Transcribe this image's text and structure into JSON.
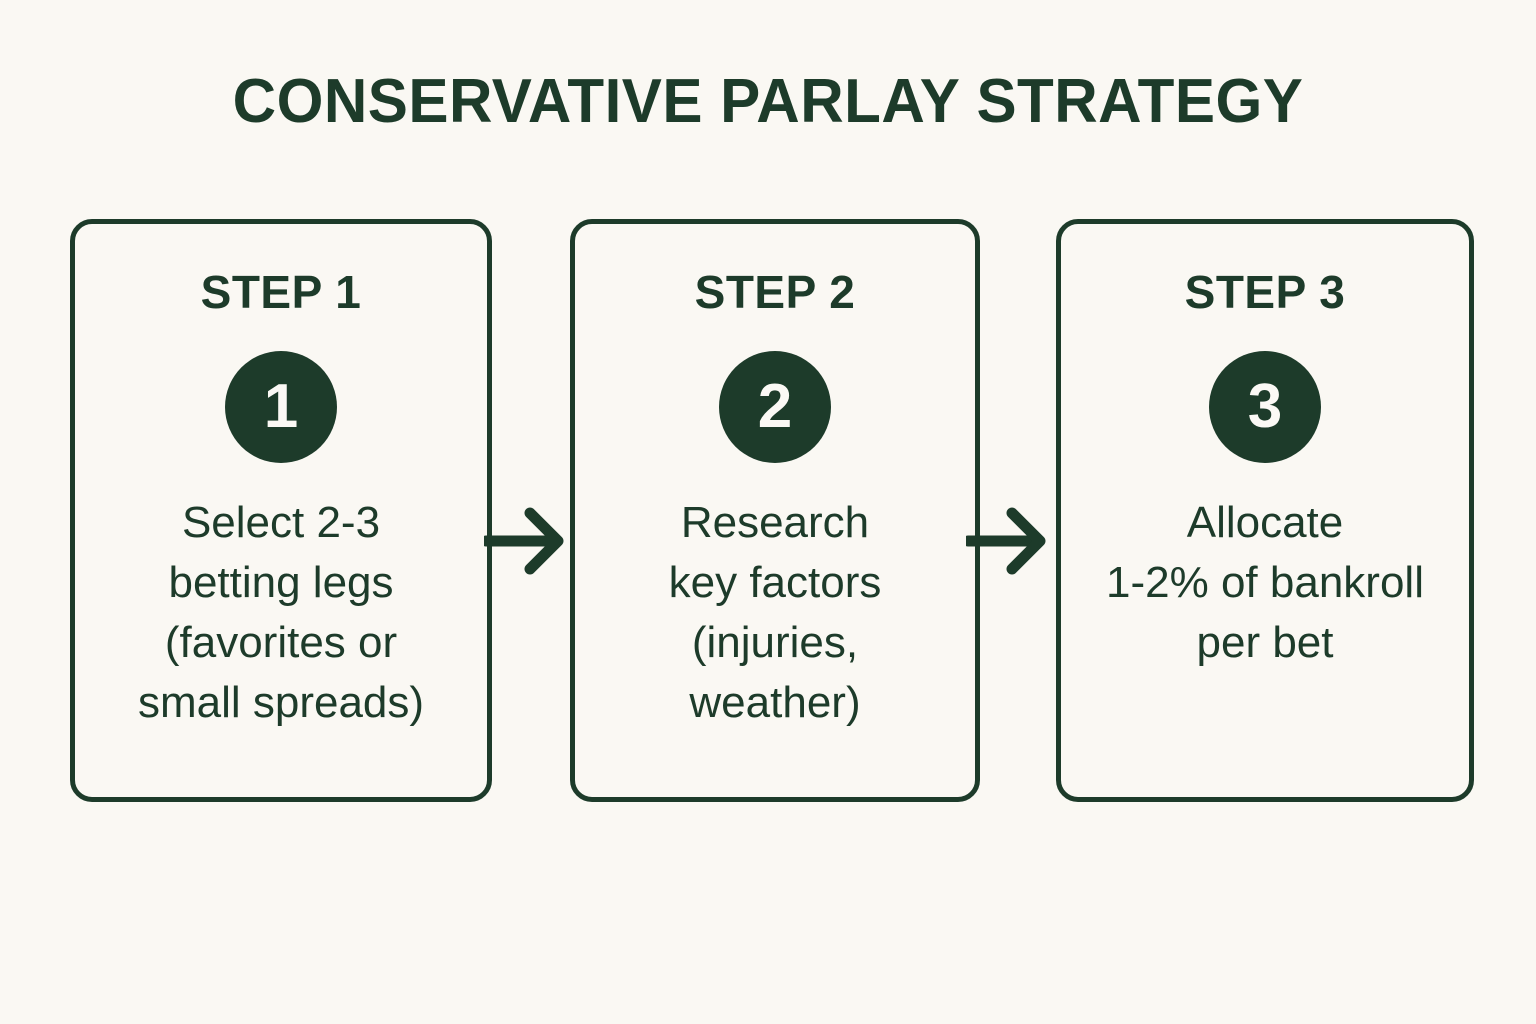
{
  "page": {
    "title": "CONSERVATIVE PARLAY STRATEGY",
    "background_color": "#faf8f3",
    "accent_color": "#1d3b2a",
    "badge_text_color": "#fbf9f5"
  },
  "flow": {
    "arrow_icon_name": "arrow-right-icon",
    "steps": [
      {
        "label": "STEP 1",
        "number": "1",
        "description": "Select 2-3\nbetting legs\n(favorites or\nsmall spreads)"
      },
      {
        "label": "STEP 2",
        "number": "2",
        "description": "Research\nkey factors\n(injuries,\nweather)"
      },
      {
        "label": "STEP 3",
        "number": "3",
        "description": "Allocate\n1-2% of bankroll\nper bet"
      }
    ]
  }
}
